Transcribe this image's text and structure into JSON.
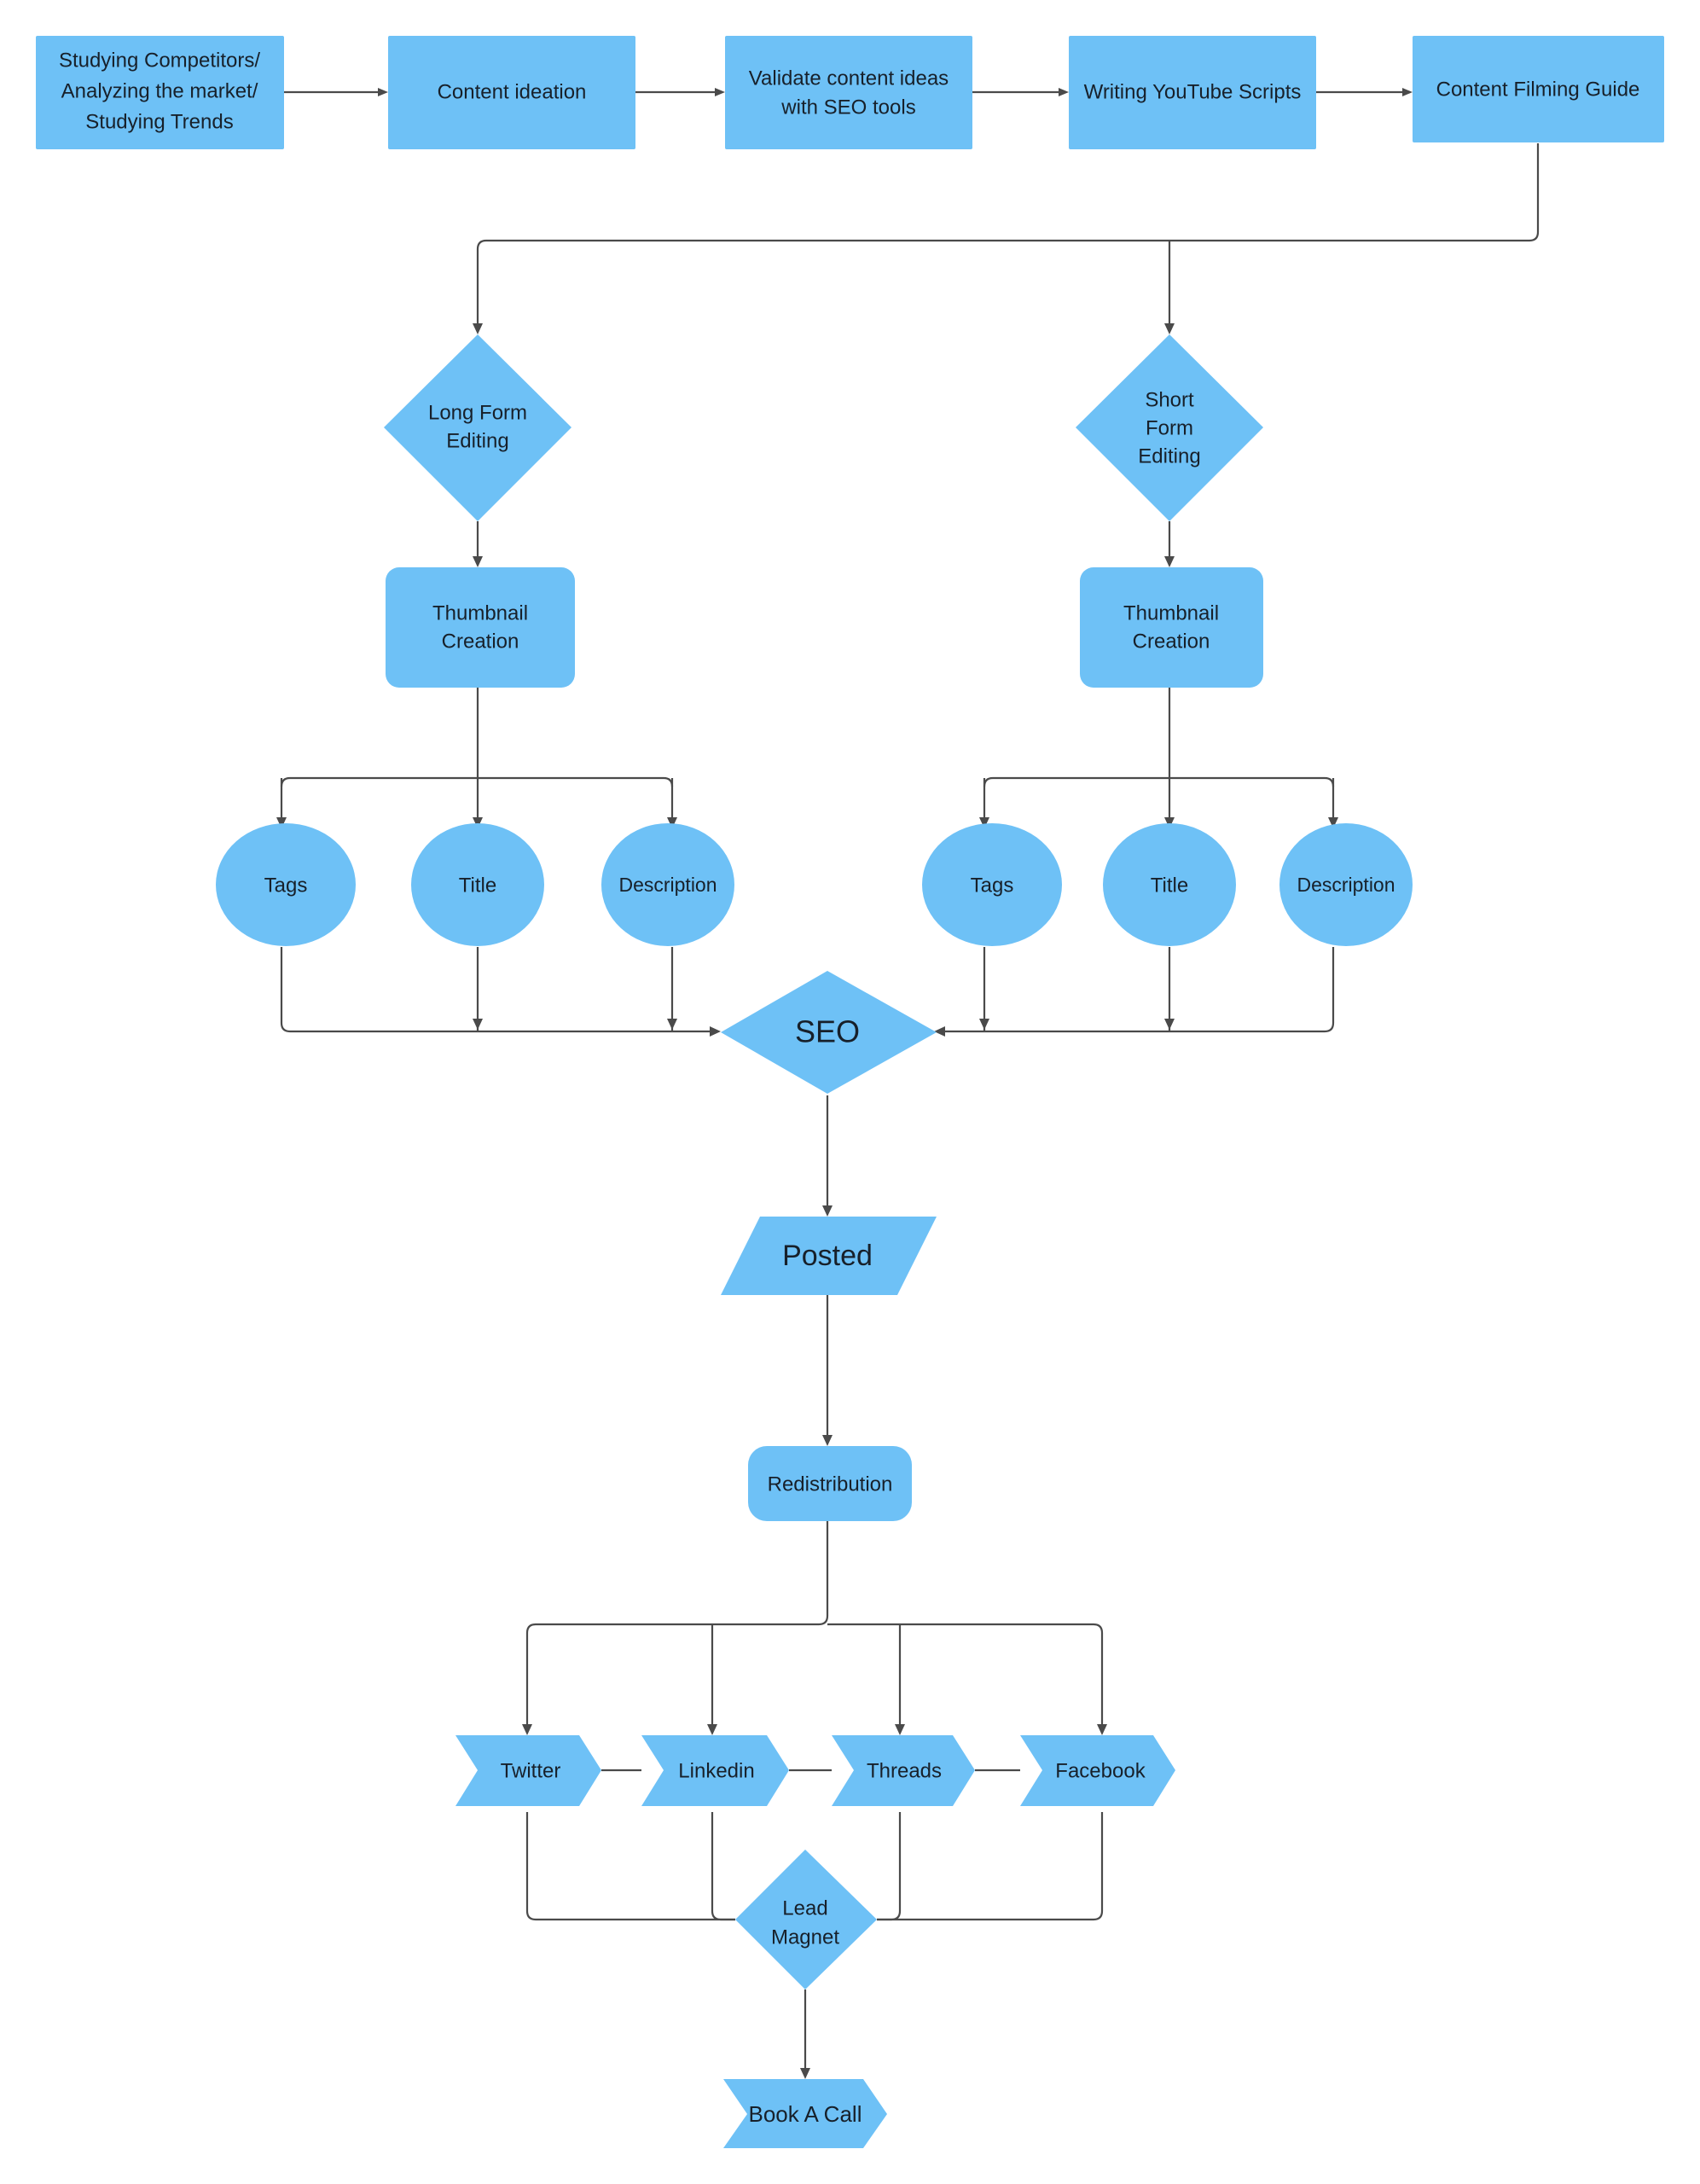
{
  "diagram": {
    "title": "Content Production and Distribution Flowchart",
    "background_color": "#ffffff",
    "node_fill_color": "#6EC1F6",
    "edge_color": "#4a4a4a",
    "text_color": "#17202a"
  },
  "nodes": {
    "studying_competitors": {
      "label_lines": [
        "Studying Competitors/",
        "Analyzing the market/",
        "Studying Trends"
      ],
      "line1": "Studying Competitors/",
      "line2": "Analyzing the market/",
      "line3": "Studying Trends",
      "shape": "rectangle"
    },
    "content_ideation": {
      "label": "Content ideation",
      "shape": "rectangle"
    },
    "validate_content_ideas": {
      "line1": "Validate content ideas",
      "line2": "with SEO tools",
      "shape": "rectangle"
    },
    "writing_youtube_scripts": {
      "label": "Writing YouTube Scripts",
      "shape": "rectangle"
    },
    "content_filming_guide": {
      "label": "Content Filming Guide",
      "shape": "rectangle"
    },
    "long_form_editing": {
      "line1": "Long Form",
      "line2": "Editing",
      "shape": "diamond"
    },
    "short_form_editing": {
      "line1": "Short",
      "line2": "Form",
      "line3": "Editing",
      "shape": "diamond"
    },
    "thumbnail_creation_left": {
      "line1": "Thumbnail",
      "line2": "Creation",
      "shape": "rounded-rectangle"
    },
    "thumbnail_creation_right": {
      "line1": "Thumbnail",
      "line2": "Creation",
      "shape": "rounded-rectangle"
    },
    "tags_left": {
      "label": "Tags",
      "shape": "ellipse"
    },
    "title_left": {
      "label": "Title",
      "shape": "ellipse"
    },
    "description_left": {
      "label": "Description",
      "shape": "ellipse"
    },
    "tags_right": {
      "label": "Tags",
      "shape": "ellipse"
    },
    "title_right": {
      "label": "Title",
      "shape": "ellipse"
    },
    "description_right": {
      "label": "Description",
      "shape": "ellipse"
    },
    "seo": {
      "label": "SEO",
      "shape": "diamond"
    },
    "posted": {
      "label": "Posted",
      "shape": "parallelogram"
    },
    "redistribution": {
      "label": "Redistribution",
      "shape": "rounded-rectangle"
    },
    "twitter": {
      "label": "Twitter",
      "shape": "chevron"
    },
    "linkedin": {
      "label": "Linkedin",
      "shape": "chevron"
    },
    "threads": {
      "label": "Threads",
      "shape": "chevron"
    },
    "facebook": {
      "label": "Facebook",
      "shape": "chevron"
    },
    "lead_magnet": {
      "line1": "Lead",
      "line2": "Magnet",
      "shape": "diamond"
    },
    "book_a_call": {
      "label": "Book A Call",
      "shape": "chevron"
    }
  },
  "edges": [
    {
      "from": "studying_competitors",
      "to": "content_ideation"
    },
    {
      "from": "content_ideation",
      "to": "validate_content_ideas"
    },
    {
      "from": "validate_content_ideas",
      "to": "writing_youtube_scripts"
    },
    {
      "from": "writing_youtube_scripts",
      "to": "content_filming_guide"
    },
    {
      "from": "content_filming_guide",
      "to": "long_form_editing"
    },
    {
      "from": "content_filming_guide",
      "to": "short_form_editing"
    },
    {
      "from": "long_form_editing",
      "to": "thumbnail_creation_left"
    },
    {
      "from": "short_form_editing",
      "to": "thumbnail_creation_right"
    },
    {
      "from": "thumbnail_creation_left",
      "to": "tags_left"
    },
    {
      "from": "thumbnail_creation_left",
      "to": "title_left"
    },
    {
      "from": "thumbnail_creation_left",
      "to": "description_left"
    },
    {
      "from": "thumbnail_creation_right",
      "to": "tags_right"
    },
    {
      "from": "thumbnail_creation_right",
      "to": "title_right"
    },
    {
      "from": "thumbnail_creation_right",
      "to": "description_right"
    },
    {
      "from": "tags_left",
      "to": "seo"
    },
    {
      "from": "title_left",
      "to": "seo"
    },
    {
      "from": "description_left",
      "to": "seo"
    },
    {
      "from": "tags_right",
      "to": "seo"
    },
    {
      "from": "title_right",
      "to": "seo"
    },
    {
      "from": "description_right",
      "to": "seo"
    },
    {
      "from": "seo",
      "to": "posted"
    },
    {
      "from": "posted",
      "to": "redistribution"
    },
    {
      "from": "redistribution",
      "to": "twitter"
    },
    {
      "from": "redistribution",
      "to": "linkedin"
    },
    {
      "from": "redistribution",
      "to": "threads"
    },
    {
      "from": "redistribution",
      "to": "facebook"
    },
    {
      "from": "twitter",
      "to": "linkedin"
    },
    {
      "from": "linkedin",
      "to": "threads"
    },
    {
      "from": "threads",
      "to": "facebook"
    },
    {
      "from": "twitter",
      "to": "lead_magnet"
    },
    {
      "from": "linkedin",
      "to": "lead_magnet"
    },
    {
      "from": "threads",
      "to": "lead_magnet"
    },
    {
      "from": "facebook",
      "to": "lead_magnet"
    },
    {
      "from": "lead_magnet",
      "to": "book_a_call"
    }
  ]
}
